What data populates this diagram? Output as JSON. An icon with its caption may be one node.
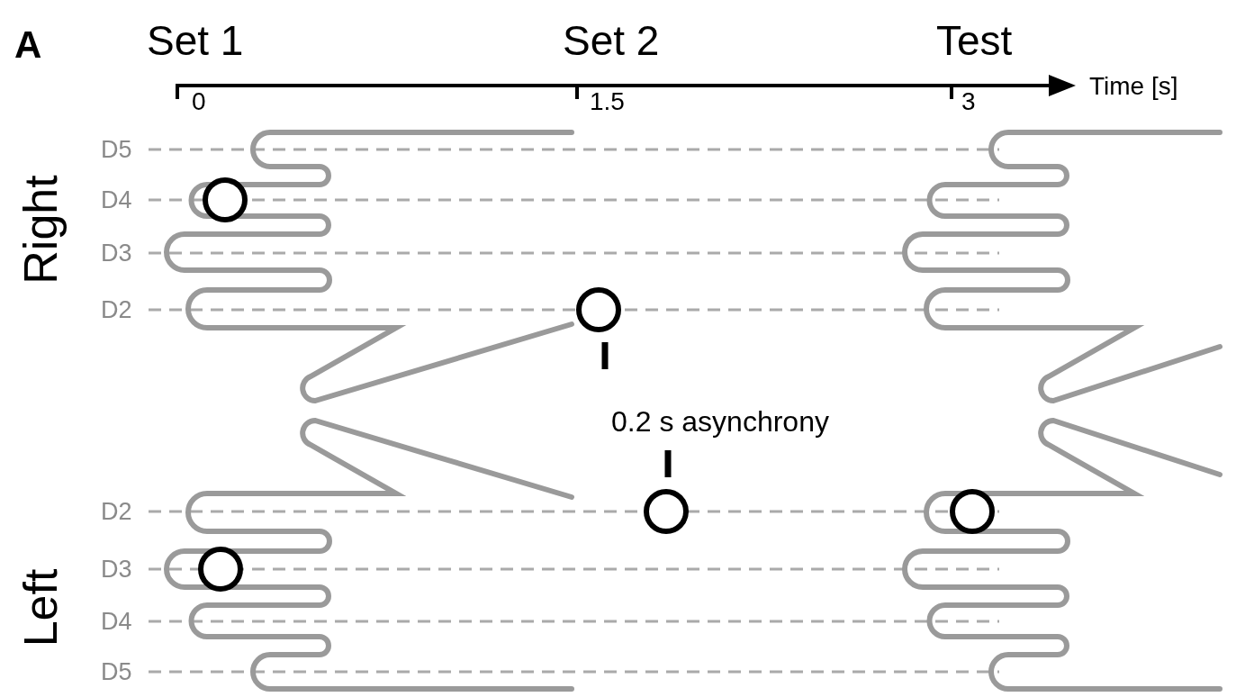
{
  "diagram": {
    "labels": [
      "A",
      "Set 1",
      "Set 2",
      "Test",
      "Time [s]",
      "0",
      "1.5",
      "3",
      "Right",
      "D5",
      "D4",
      "D3",
      "D2",
      "0.2 s asynchrony",
      "D2",
      "D3",
      "D4",
      "D5",
      "Left"
    ]
  }
}
